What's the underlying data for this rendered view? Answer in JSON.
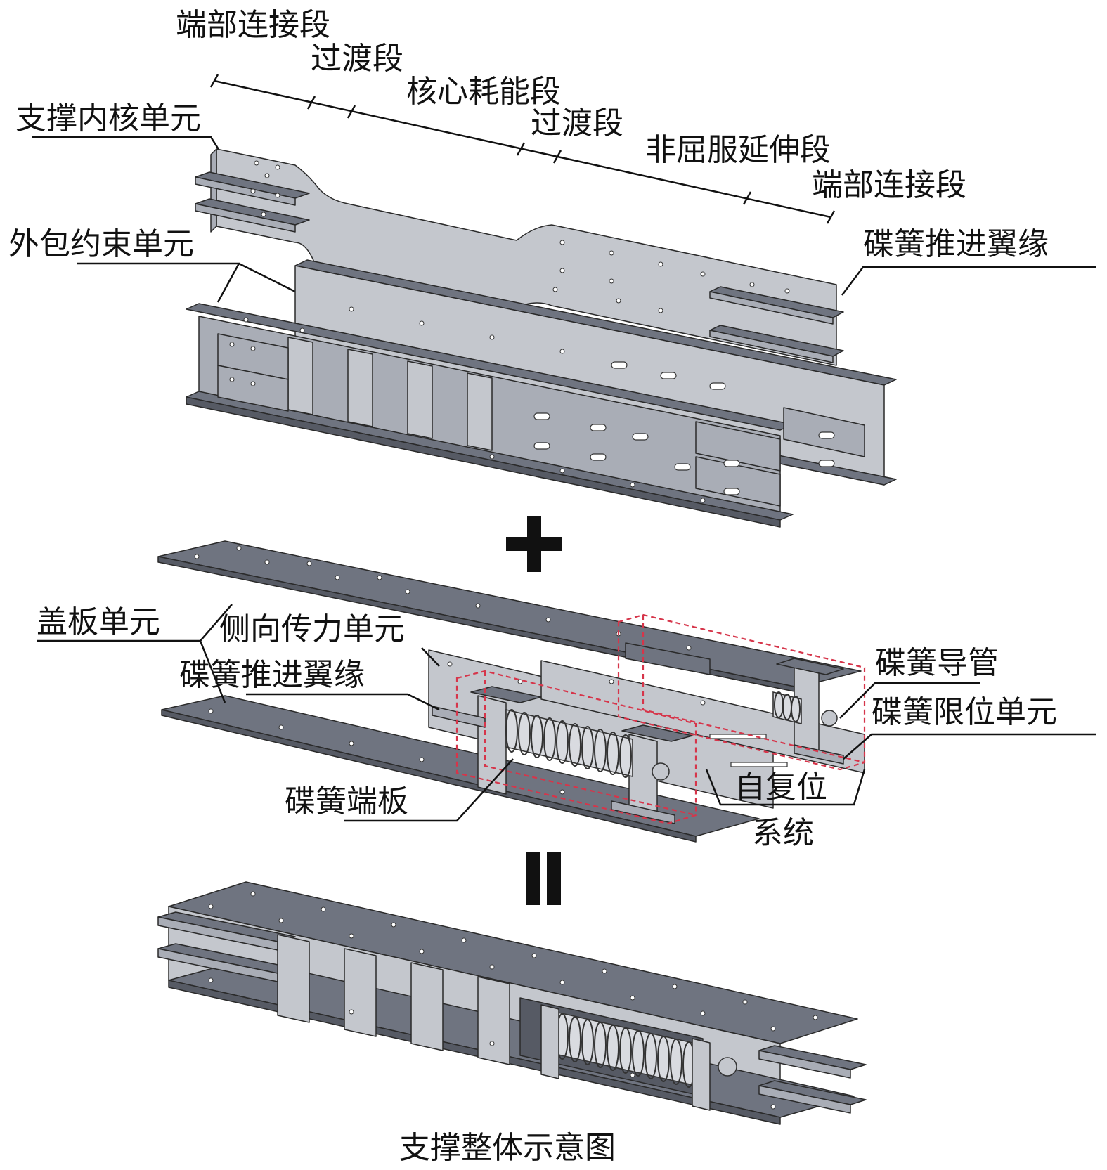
{
  "labels": {
    "core_unit": "支撑内核单元",
    "end_segment_left": "端部连接段",
    "transition_left": "过渡段",
    "core_segment": "核心耗能段",
    "transition_right": "过渡段",
    "non_buckling": "非屈服延伸段",
    "end_segment_right": "端部连接段",
    "confine_unit": "外包约束单元",
    "disc_flange_top": "碟簧推进翼缘",
    "cover_unit": "盖板单元",
    "lateral_unit": "侧向传力单元",
    "disc_flange_mid": "碟簧推进翼缘",
    "disc_tube": "碟簧导管",
    "disc_limit": "碟簧限位单元",
    "disc_endplate": "碟簧端板",
    "self_center_line1": "自复位",
    "self_center_line2": "系统",
    "caption": "支撑整体示意图"
  },
  "symbols": {
    "plus": "+",
    "equals": "="
  },
  "colors": {
    "steel_top": "#6f7480",
    "steel_side": "#a9adb6",
    "highlight": "#d6354a"
  }
}
